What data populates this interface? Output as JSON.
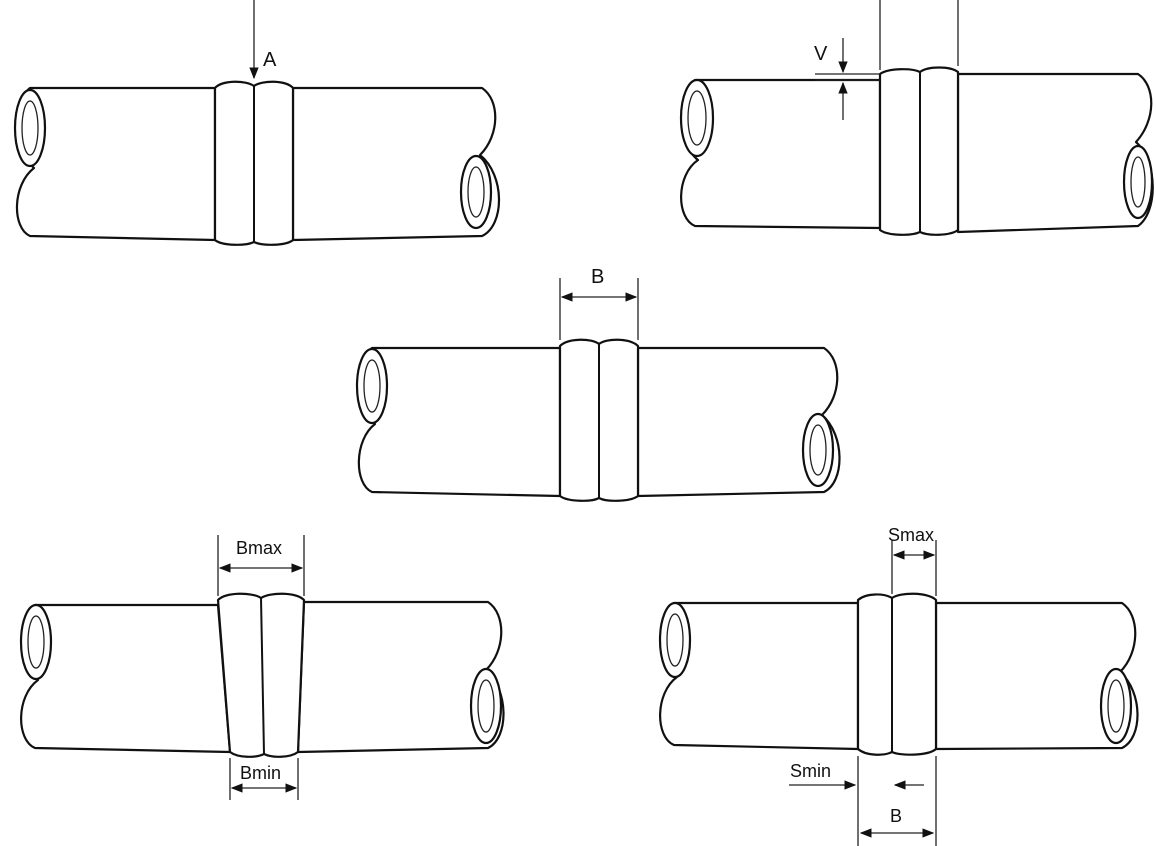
{
  "labels": {
    "a": "A",
    "v": "V",
    "b": "B",
    "bmax": "Bmax",
    "bmin": "Bmin",
    "smax": "Smax",
    "smin": "Smin",
    "b2": "B"
  },
  "colors": {
    "ink": "#111111",
    "paper": "#ffffff"
  }
}
